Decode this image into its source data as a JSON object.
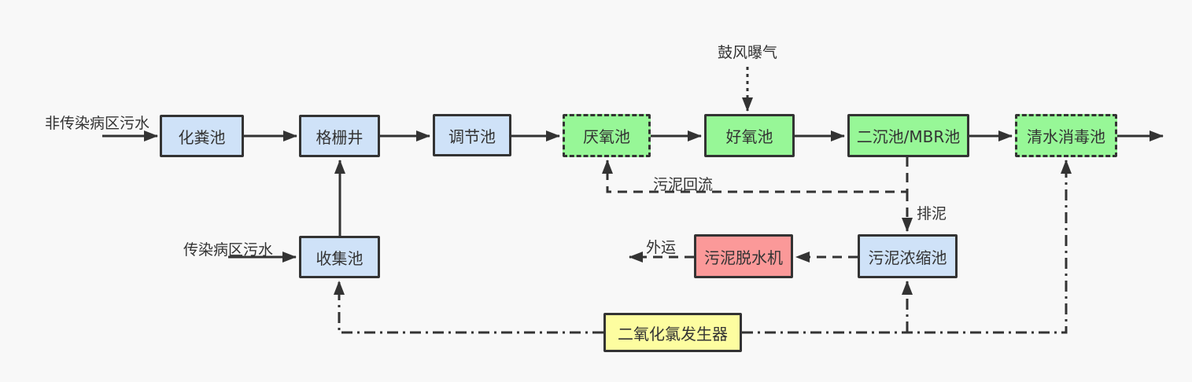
{
  "diagram": {
    "background_color": "#f8f8f8",
    "line_color": "#333333",
    "nodes": {
      "septic_tank": {
        "label": "化粪池",
        "fill": "#cfe2f8",
        "border": "solid"
      },
      "grid_well": {
        "label": "格栅井",
        "fill": "#cfe2f8",
        "border": "solid"
      },
      "regulating_tank": {
        "label": "调节池",
        "fill": "#cfe2f8",
        "border": "solid"
      },
      "anaerobic_tank": {
        "label": "厌氧池",
        "fill": "#97f797",
        "border": "dashed"
      },
      "aerobic_tank": {
        "label": "好氧池",
        "fill": "#97f797",
        "border": "solid"
      },
      "secondary_mbr_tank": {
        "label": "二沉池/MBR池",
        "fill": "#97f797",
        "border": "solid"
      },
      "clean_water_disinfection_tank": {
        "label": "清水消毒池",
        "fill": "#97f797",
        "border": "dashed"
      },
      "collection_tank": {
        "label": "收集池",
        "fill": "#cfe2f8",
        "border": "solid"
      },
      "sludge_dewatering_machine": {
        "label": "污泥脱水机",
        "fill": "#fb9999",
        "border": "solid"
      },
      "sludge_thickening_tank": {
        "label": "污泥浓缩池",
        "fill": "#cfe2f8",
        "border": "solid"
      },
      "chlorine_dioxide_generator": {
        "label": "二氧化氯发生器",
        "fill": "#fdfda0",
        "border": "solid"
      }
    },
    "labels": {
      "non_infectious_inflow": "非传染病区污水",
      "infectious_inflow": "传染病区污水",
      "blast_aeration": "鼓风曝气",
      "sludge_return": "污泥回流",
      "sludge_discharge": "排泥",
      "transport_out": "外运"
    }
  }
}
